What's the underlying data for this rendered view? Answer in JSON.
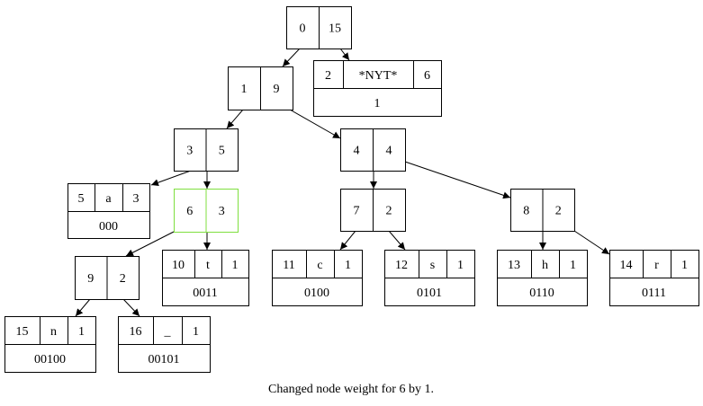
{
  "caption": "Changed node weight for 6 by 1.",
  "highlight_color": "#7fdf3f",
  "internal_nodes": [
    {
      "id": "n0",
      "number": "0",
      "weight": "15"
    },
    {
      "id": "n1",
      "number": "1",
      "weight": "9"
    },
    {
      "id": "n3",
      "number": "3",
      "weight": "5"
    },
    {
      "id": "n4",
      "number": "4",
      "weight": "4"
    },
    {
      "id": "n6",
      "number": "6",
      "weight": "3",
      "highlighted": true
    },
    {
      "id": "n7",
      "number": "7",
      "weight": "2"
    },
    {
      "id": "n8",
      "number": "8",
      "weight": "2"
    },
    {
      "id": "n9",
      "number": "9",
      "weight": "2"
    }
  ],
  "leaf_nodes": [
    {
      "id": "n2",
      "number": "2",
      "symbol": "*NYT*",
      "weight": "6",
      "code": "1"
    },
    {
      "id": "n5",
      "number": "5",
      "symbol": "a",
      "weight": "3",
      "code": "000"
    },
    {
      "id": "n10",
      "number": "10",
      "symbol": "t",
      "weight": "1",
      "code": "0011"
    },
    {
      "id": "n11",
      "number": "11",
      "symbol": "c",
      "weight": "1",
      "code": "0100"
    },
    {
      "id": "n12",
      "number": "12",
      "symbol": "s",
      "weight": "1",
      "code": "0101"
    },
    {
      "id": "n13",
      "number": "13",
      "symbol": "h",
      "weight": "1",
      "code": "0110"
    },
    {
      "id": "n14",
      "number": "14",
      "symbol": "r",
      "weight": "1",
      "code": "0111"
    },
    {
      "id": "n15",
      "number": "15",
      "symbol": "n",
      "weight": "1",
      "code": "00100"
    },
    {
      "id": "n16",
      "number": "16",
      "symbol": "_",
      "weight": "1",
      "code": "00101"
    }
  ],
  "edges": [
    {
      "from": "n0",
      "to": "n1"
    },
    {
      "from": "n0",
      "to": "n2"
    },
    {
      "from": "n1",
      "to": "n3"
    },
    {
      "from": "n1",
      "to": "n4"
    },
    {
      "from": "n3",
      "to": "n5"
    },
    {
      "from": "n3",
      "to": "n6"
    },
    {
      "from": "n4",
      "to": "n7"
    },
    {
      "from": "n4",
      "to": "n8"
    },
    {
      "from": "n6",
      "to": "n9"
    },
    {
      "from": "n6",
      "to": "n10"
    },
    {
      "from": "n7",
      "to": "n11"
    },
    {
      "from": "n7",
      "to": "n12"
    },
    {
      "from": "n8",
      "to": "n13"
    },
    {
      "from": "n8",
      "to": "n14"
    },
    {
      "from": "n9",
      "to": "n15"
    },
    {
      "from": "n9",
      "to": "n16"
    }
  ]
}
